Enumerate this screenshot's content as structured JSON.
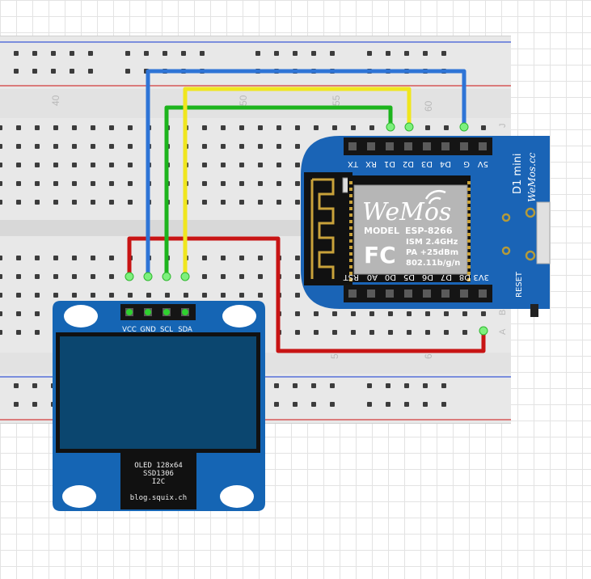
{
  "breadboard": {
    "row_numbers": [
      "40",
      "50",
      "55",
      "60"
    ],
    "row_numbers_bottom": [
      "5",
      "6"
    ],
    "side_letters": [
      "J",
      "A",
      "B"
    ]
  },
  "oled": {
    "pins": [
      "VCC",
      "GND",
      "SCL",
      "SDA"
    ],
    "label_lines": [
      "OLED 128x64",
      "SSD1306",
      "I2C"
    ],
    "footer": "blog.squix.ch",
    "body_color": "#1565b4",
    "screen_color": "#0b466f"
  },
  "d1mini": {
    "board_title": "D1 mini",
    "brand_script": "WeMos.cc",
    "top_pins": [
      "TX",
      "RX",
      "D1",
      "D2",
      "D3",
      "D4",
      "G",
      "5V"
    ],
    "bottom_pins": [
      "RST",
      "A0",
      "D0",
      "D5",
      "D6",
      "D7",
      "D8",
      "3V3"
    ],
    "reset_label": "RESET",
    "module": {
      "logo": "WeMos",
      "model_label": "MODEL",
      "model": "ESP-8266",
      "spec_lines": [
        "ISM 2.4GHz",
        "PA +25dBm",
        "802.11b/g/n"
      ],
      "cert_mark": "FC"
    },
    "board_color": "#1a64b6"
  },
  "wire_colors": {
    "power": "#c81414",
    "ground": "#2e74d6",
    "scl": "#1db41d",
    "sda": "#f0e61e"
  }
}
